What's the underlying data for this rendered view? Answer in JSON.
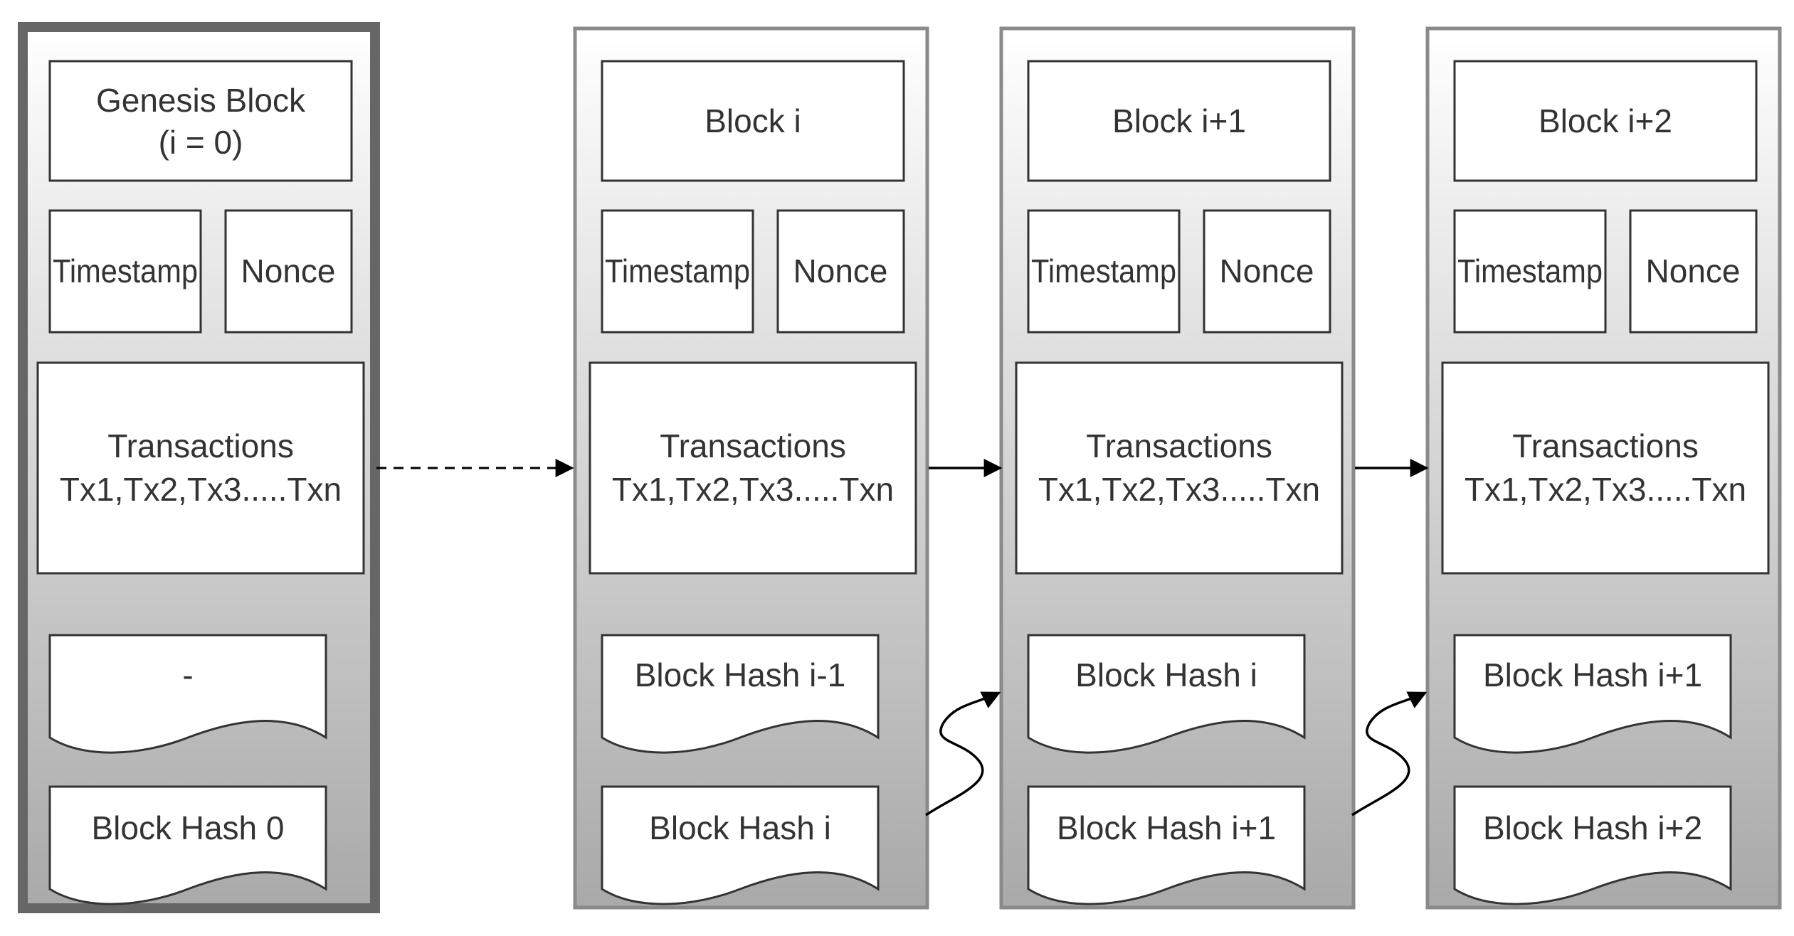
{
  "blocks": [
    {
      "title": "Genesis Block",
      "subtitle": "(i = 0)",
      "timestamp": "Timestamp",
      "nonce": "Nonce",
      "transactions_title": "Transactions",
      "transactions_list": "Tx1,Tx2,Tx3.....Txn",
      "prev_hash": "-",
      "hash": "Block Hash 0"
    },
    {
      "title": "Block i",
      "subtitle": "",
      "timestamp": "Timestamp",
      "nonce": "Nonce",
      "transactions_title": "Transactions",
      "transactions_list": "Tx1,Tx2,Tx3.....Txn",
      "prev_hash": "Block Hash i-1",
      "hash": "Block Hash i"
    },
    {
      "title": "Block i+1",
      "subtitle": "",
      "timestamp": "Timestamp",
      "nonce": "Nonce",
      "transactions_title": "Transactions",
      "transactions_list": "Tx1,Tx2,Tx3.....Txn",
      "prev_hash": "Block Hash i",
      "hash": "Block Hash i+1"
    },
    {
      "title": "Block i+2",
      "subtitle": "",
      "timestamp": "Timestamp",
      "nonce": "Nonce",
      "transactions_title": "Transactions",
      "transactions_list": "Tx1,Tx2,Tx3.....Txn",
      "prev_hash": "Block Hash i+1",
      "hash": "Block Hash i+2"
    }
  ],
  "colors": {
    "container_gradient_top": "#ffffff",
    "container_gradient_bottom": "#a9a9a9",
    "genesis_border": "#666666",
    "container_border": "#8a8a8a",
    "box_border": "#333333",
    "text": "#333333",
    "arrow": "#000000"
  }
}
